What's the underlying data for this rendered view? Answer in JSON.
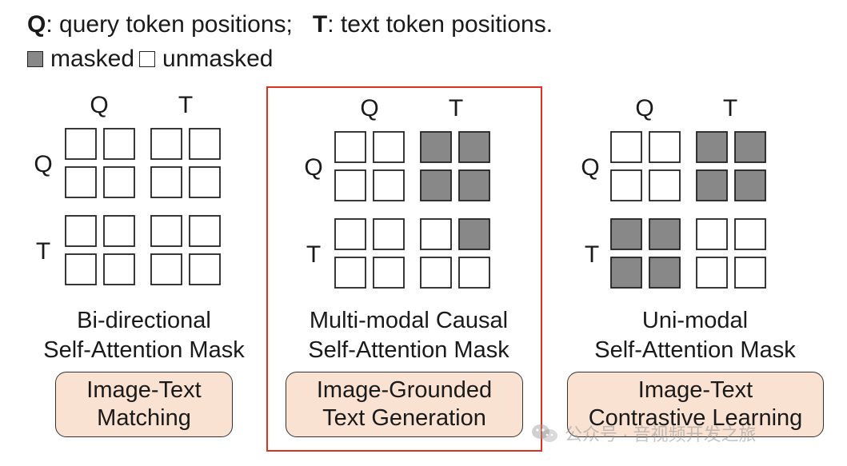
{
  "legend": {
    "q_key": "Q",
    "q_desc": ": query token positions;",
    "t_key": "T",
    "t_desc": ": text token positions.",
    "masked_label": "masked",
    "unmasked_label": "unmasked"
  },
  "panels": [
    {
      "col_q": "Q",
      "col_t": "T",
      "row_q": "Q",
      "row_t": "T",
      "caption_line1": "Bi-directional",
      "caption_line2": "Self-Attention Mask",
      "task_line1": "Image-Text",
      "task_line2": "Matching",
      "mask": [
        [
          0,
          0,
          0,
          0
        ],
        [
          0,
          0,
          0,
          0
        ],
        [
          0,
          0,
          0,
          0
        ],
        [
          0,
          0,
          0,
          0
        ]
      ]
    },
    {
      "col_q": "Q",
      "col_t": "T",
      "row_q": "Q",
      "row_t": "T",
      "caption_line1": "Multi-modal Causal",
      "caption_line2": "Self-Attention Mask",
      "task_line1": "Image-Grounded",
      "task_line2": "Text Generation",
      "mask": [
        [
          0,
          0,
          1,
          1
        ],
        [
          0,
          0,
          1,
          1
        ],
        [
          0,
          0,
          0,
          1
        ],
        [
          0,
          0,
          0,
          0
        ]
      ]
    },
    {
      "col_q": "Q",
      "col_t": "T",
      "row_q": "Q",
      "row_t": "T",
      "caption_line1": "Uni-modal",
      "caption_line2": "Self-Attention Mask",
      "task_line1": "Image-Text",
      "task_line2": "Contrastive Learning",
      "mask": [
        [
          0,
          0,
          1,
          1
        ],
        [
          0,
          0,
          1,
          1
        ],
        [
          1,
          1,
          0,
          0
        ],
        [
          1,
          1,
          0,
          0
        ]
      ]
    }
  ],
  "colors": {
    "masked": "#888888",
    "task_fill": "#fae2d3",
    "highlight": "#e0301e"
  },
  "watermark": {
    "icon": "wechat-icon",
    "text": "公众号 · 音视频开发之旅"
  }
}
